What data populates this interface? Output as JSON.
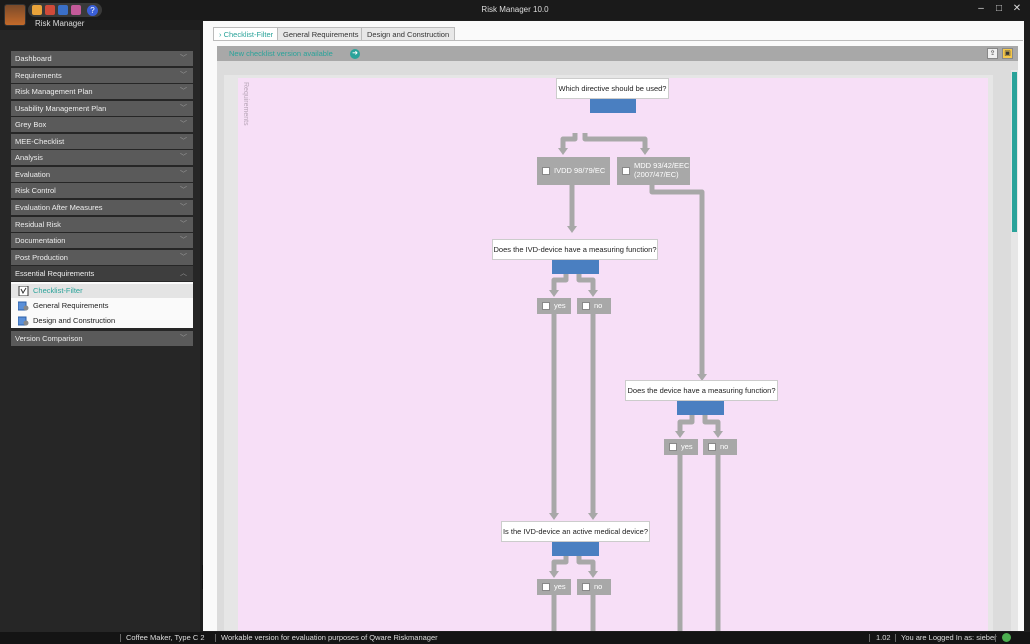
{
  "app": {
    "name": "Risk Manager",
    "window_title": "Risk Manager   10.0"
  },
  "window_controls": {
    "minimize": "–",
    "maximize": "□",
    "close": "✕"
  },
  "sidebar": {
    "items": [
      {
        "label": "Dashboard"
      },
      {
        "label": "Requirements"
      },
      {
        "label": "Risk Management Plan"
      },
      {
        "label": "Usability Management Plan"
      },
      {
        "label": "Grey Box"
      },
      {
        "label": "MEE-Checklist"
      },
      {
        "label": "Analysis"
      },
      {
        "label": "Evaluation"
      },
      {
        "label": "Risk Control"
      },
      {
        "label": "Evaluation After Measures"
      },
      {
        "label": "Residual Risk"
      },
      {
        "label": "Documentation"
      },
      {
        "label": "Post Production"
      },
      {
        "label": "Essential Requirements"
      }
    ],
    "subitems": [
      {
        "label": "Checklist-Filter"
      },
      {
        "label": "General Requirements"
      },
      {
        "label": "Design and Construction"
      }
    ],
    "last_item": {
      "label": "Version Comparison"
    }
  },
  "tabs": [
    {
      "label": "Checklist-Filter"
    },
    {
      "label": "General Requirements"
    },
    {
      "label": "Design and Construction"
    }
  ],
  "infobar": {
    "text": "New checklist version available"
  },
  "canvas": {
    "side_label": "Requirements",
    "questions": [
      "Which directive should be used?",
      "Does the IVD-device have a measuring function?",
      "Does the device have a measuring function?",
      "Is the IVD-device an active medical device?"
    ],
    "options": {
      "ivdd": "IVDD 98/79/EC",
      "mdd_line1": "MDD 93/42/EEC",
      "mdd_line2": "(2007/47/EC)",
      "yes": "yes",
      "no": "no"
    }
  },
  "statusbar": {
    "project": "Coffee Maker, Type C 2",
    "message": "Workable version for evaluation purposes of Qware Riskmanager",
    "version": "1.02",
    "user": "You are Logged In as: sieber"
  }
}
